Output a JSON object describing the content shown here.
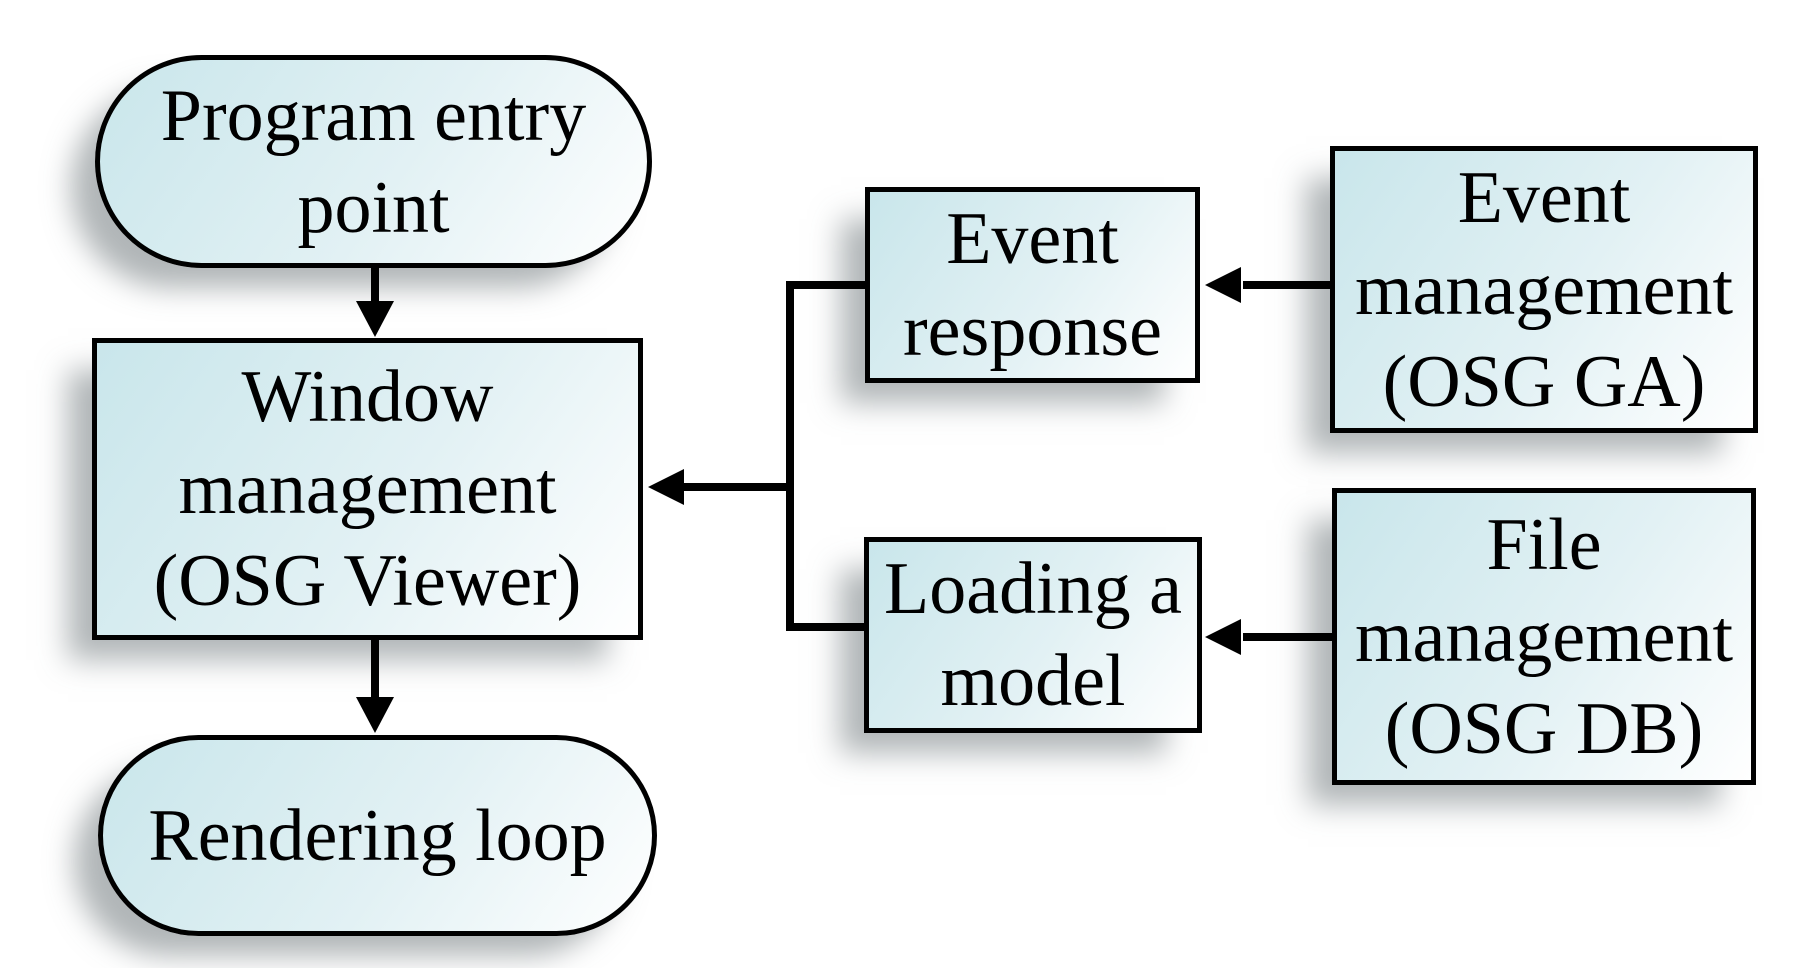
{
  "diagram": {
    "palette": {
      "background": "#ffffff",
      "node_fill_start": "#c9e6eb",
      "node_fill_mid": "#e2f1f4",
      "node_fill_end": "#ffffff",
      "node_border": "#000000",
      "text_color": "#000000",
      "connector": "#000000",
      "node_shadow": "rgba(100,110,114,0.5)"
    },
    "nodes": {
      "program_entry": {
        "shape": "stadium",
        "lines": [
          "Program entry",
          "point"
        ]
      },
      "window_management": {
        "shape": "rectangle",
        "lines": [
          "Window",
          "management",
          "(OSG Viewer)"
        ]
      },
      "rendering_loop": {
        "shape": "stadium",
        "lines": [
          "Rendering loop"
        ]
      },
      "event_response": {
        "shape": "rectangle",
        "lines": [
          "Event",
          "response"
        ]
      },
      "loading_model": {
        "shape": "rectangle",
        "lines": [
          "Loading a",
          "model"
        ]
      },
      "event_management": {
        "shape": "rectangle",
        "lines": [
          "Event",
          "management",
          "(OSG GA)"
        ]
      },
      "file_management": {
        "shape": "rectangle",
        "lines": [
          "File",
          "management",
          "(OSG DB)"
        ]
      }
    },
    "connections": [
      {
        "from": "program_entry",
        "to": "window_management",
        "type": "arrow-down"
      },
      {
        "from": "window_management",
        "to": "rendering_loop",
        "type": "arrow-down"
      },
      {
        "from": "event_management",
        "to": "event_response",
        "type": "arrow-left"
      },
      {
        "from": "file_management",
        "to": "loading_model",
        "type": "arrow-left"
      },
      {
        "from": "event_response & loading_model",
        "to": "window_management",
        "type": "bracket-arrow-left"
      }
    ]
  }
}
